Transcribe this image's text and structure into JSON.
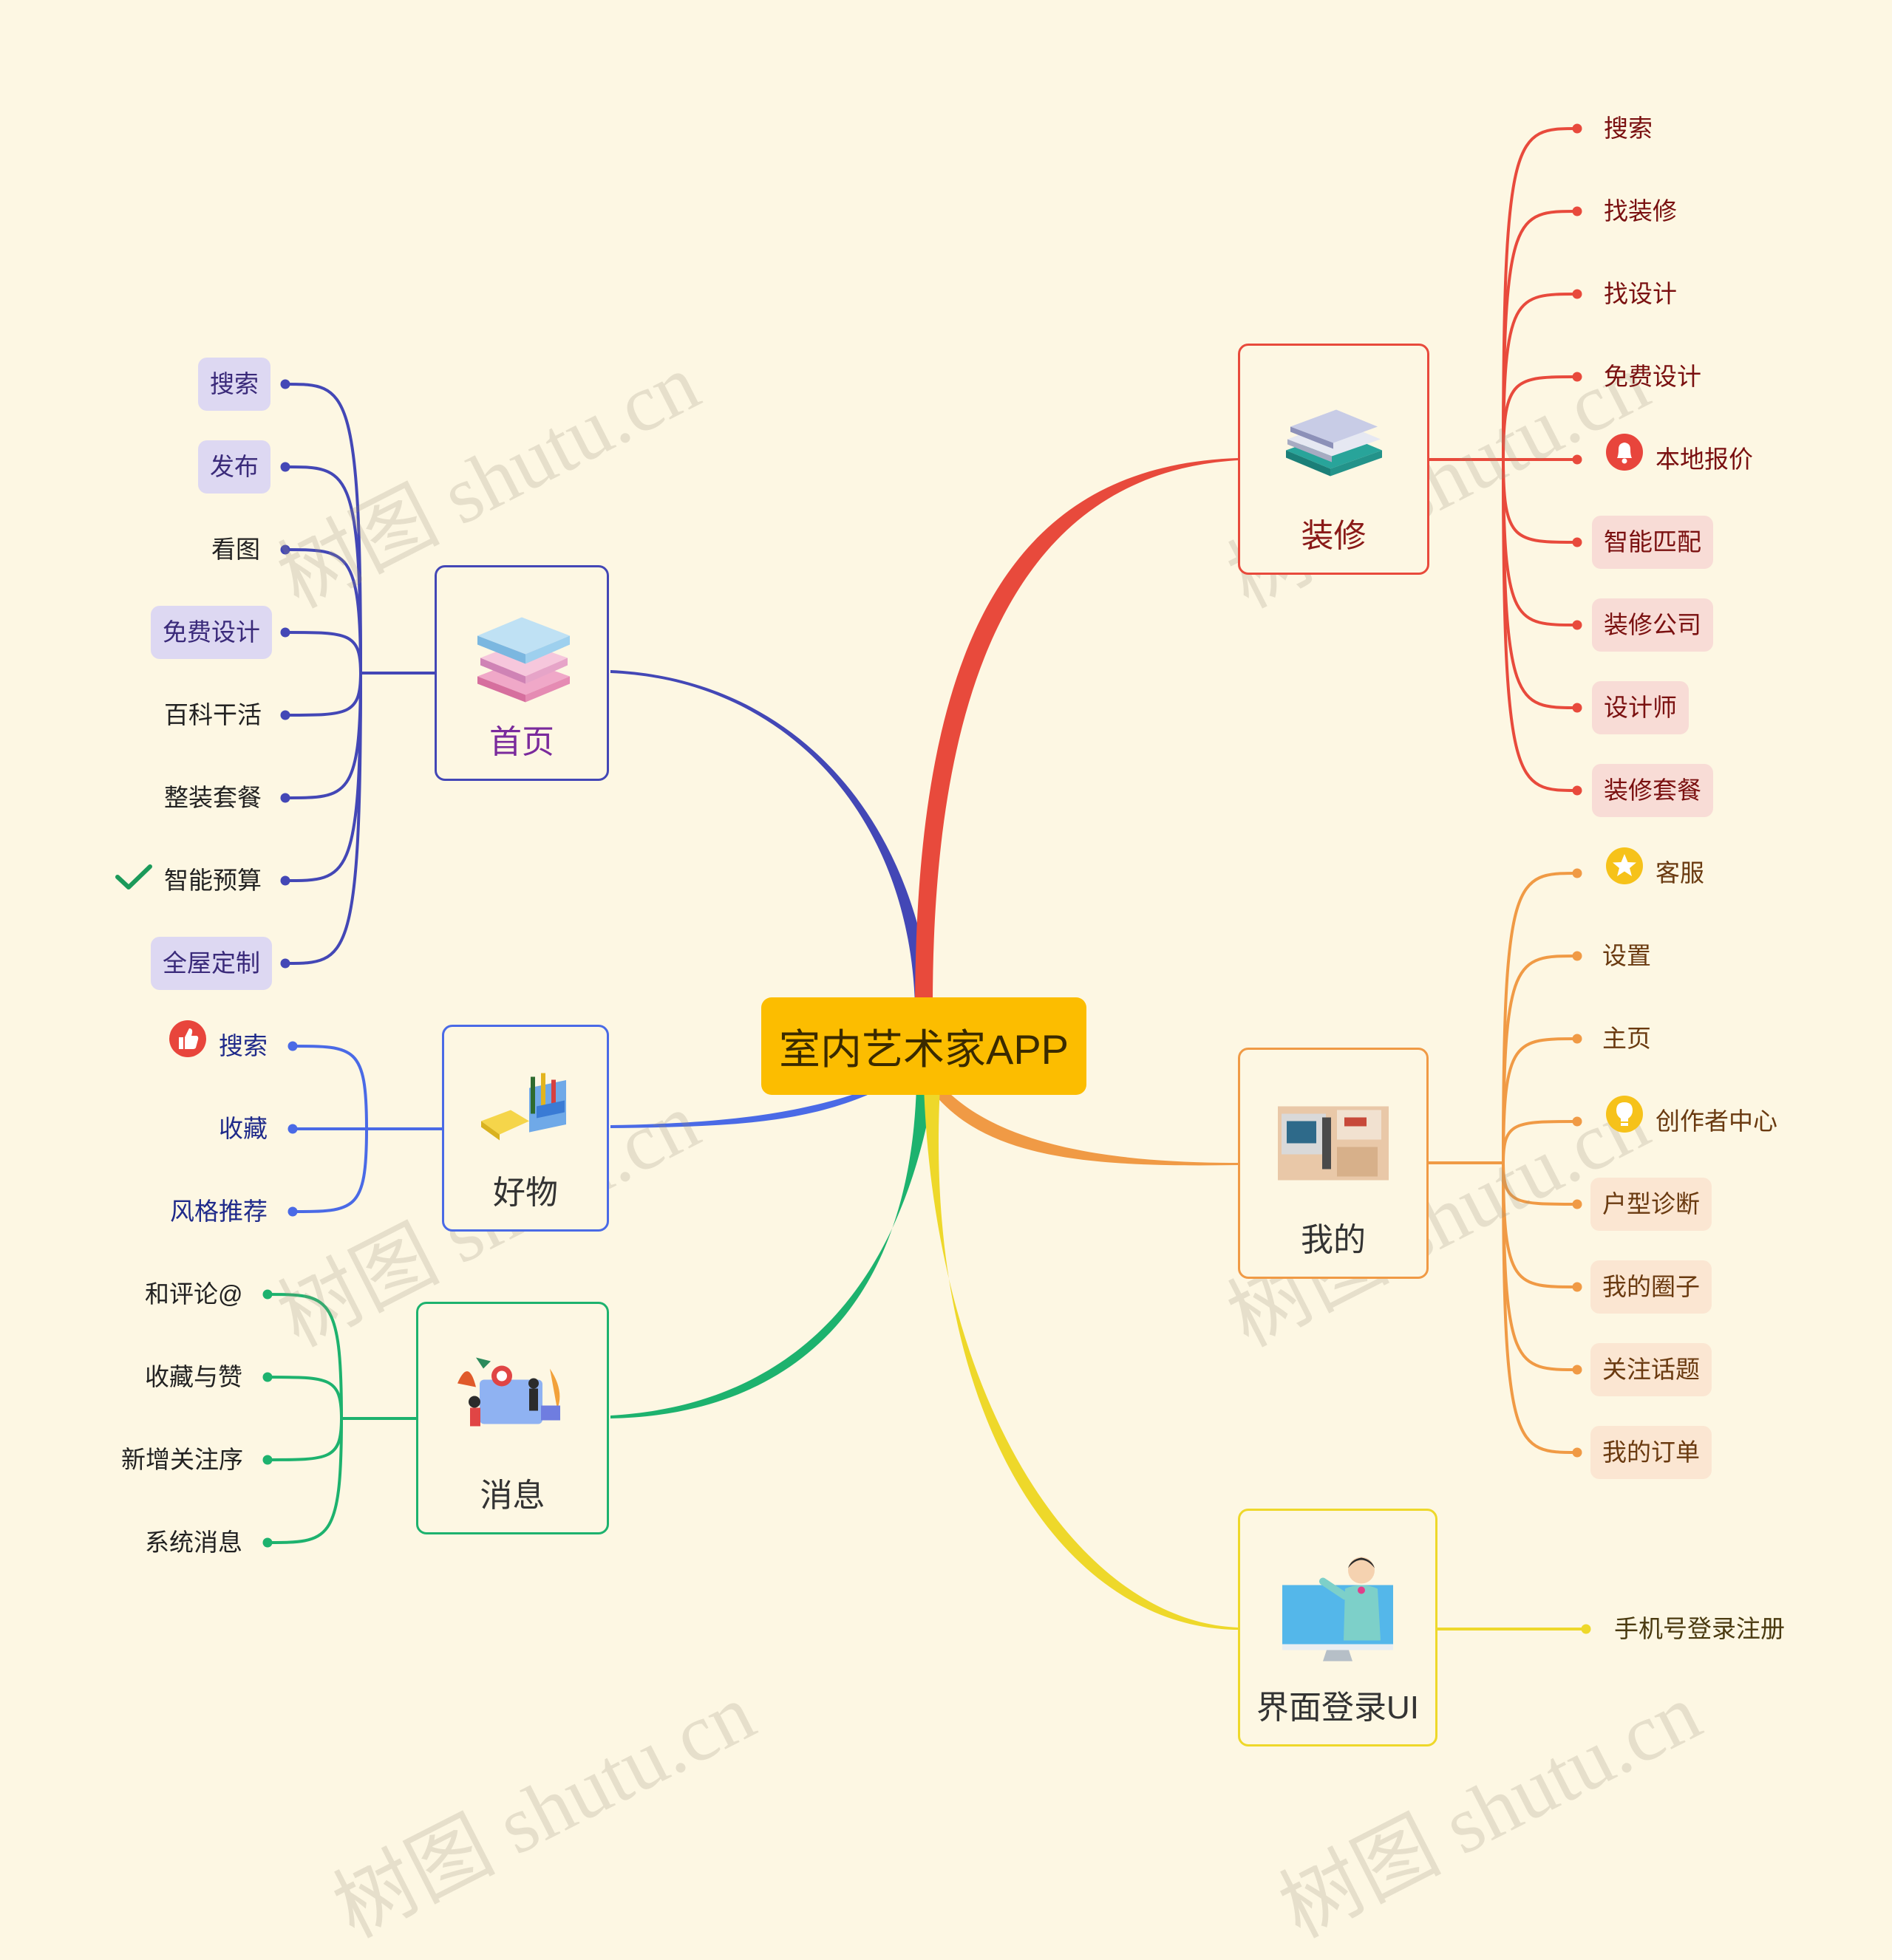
{
  "center": "室内艺术家APP",
  "watermark": "树图 shutu.cn",
  "branches": {
    "home": {
      "label": "首页",
      "color": "#4347b6",
      "text_color": "#7a2a9c",
      "icon": "stacked-books-icon",
      "items": [
        "搜索",
        "发布",
        "看图",
        "免费设计",
        "百科干活",
        "整装套餐",
        "智能预算",
        "全屋定制"
      ],
      "check_icon": "checkmark-icon"
    },
    "goods": {
      "label": "好物",
      "color": "#4a6ae6",
      "text_color": "#333333",
      "icon": "stationery-icon",
      "items": [
        "搜索",
        "收藏",
        "风格推荐"
      ],
      "thumb_icon": "thumbs-up-icon"
    },
    "msg": {
      "label": "消息",
      "color": "#1db26e",
      "text_color": "#333333",
      "icon": "people-board-icon",
      "items": [
        "和评论@",
        "收藏与赞",
        "新增关注序",
        "系统消息"
      ]
    },
    "deco": {
      "label": "装修",
      "color": "#e84a3c",
      "text_color": "#8a1a18",
      "icon": "book-stack-icon",
      "items": [
        "搜索",
        "找装修",
        "找设计",
        "免费设计",
        "本地报价",
        "智能匹配",
        "装修公司",
        "设计师",
        "装修套餐"
      ],
      "bell_icon": "bell-icon"
    },
    "mine": {
      "label": "我的",
      "color": "#f09a45",
      "text_color": "#333333",
      "icon": "design-board-icon",
      "items": [
        "客服",
        "设置",
        "主页",
        "创作者中心",
        "户型诊断",
        "我的圈子",
        "关注话题",
        "我的订单"
      ],
      "star_icon": "star-icon",
      "bulb_icon": "lightbulb-icon"
    },
    "login": {
      "label": "界面登录UI",
      "color": "#eed82a",
      "text_color": "#333333",
      "icon": "presenter-screen-icon",
      "items": [
        "手机号登录注册"
      ]
    }
  }
}
